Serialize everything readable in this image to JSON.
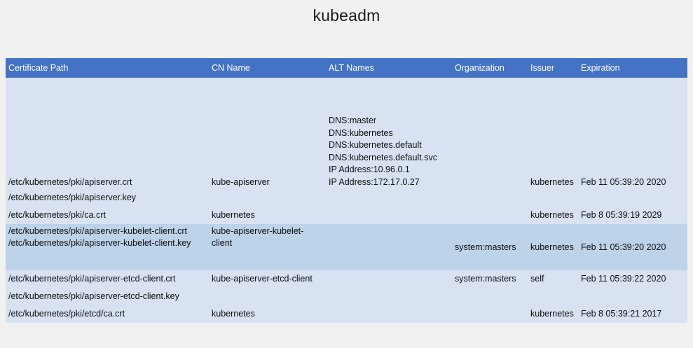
{
  "page": {
    "title": "kubeadm",
    "background_color": "#f1f1f1"
  },
  "table": {
    "header_color": "#4472c4",
    "row_color": "#d9e2f3",
    "banded_row_color": "#bdd3ea",
    "columns": [
      "Certificate Path",
      "CN Name",
      "ALT Names",
      "Organization",
      "Issuer",
      "Expiration"
    ],
    "rows": [
      {
        "path": "/etc/kubernetes/pki/apiserver.crt",
        "cn": "kube-apiserver",
        "alt": "DNS:master\nDNS:kubernetes\nDNS:kubernetes.default\nDNS:kubernetes.default.svc\nIP Address:10.96.0.1\nIP Address:172.17.0.27",
        "org": "",
        "issuer": "kubernetes",
        "expiration": "Feb 11 05:39:20 2020"
      },
      {
        "path": "/etc/kubernetes/pki/apiserver.key",
        "cn": "",
        "alt": "",
        "org": "",
        "issuer": "",
        "expiration": ""
      },
      {
        "path": "/etc/kubernetes/pki/ca.crt",
        "cn": "kubernetes",
        "alt": "",
        "org": "",
        "issuer": "kubernetes",
        "expiration": "Feb  8 05:39:19 2029"
      },
      {
        "path": "/etc/kubernetes/pki/apiserver-kubelet-client.crt\n/etc/kubernetes/pki/apiserver-kubelet-client.key",
        "cn": "kube-apiserver-kubelet-client",
        "alt": "",
        "org": "system:masters",
        "issuer": "kubernetes",
        "expiration": "Feb 11 05:39:20 2020"
      },
      {
        "path": "/etc/kubernetes/pki/apiserver-etcd-client.crt",
        "cn": "kube-apiserver-etcd-client",
        "alt": "",
        "org": "system:masters",
        "issuer": "self",
        "expiration": "Feb 11 05:39:22 2020"
      },
      {
        "path": "/etc/kubernetes/pki/apiserver-etcd-client.key",
        "cn": "",
        "alt": "",
        "org": "",
        "issuer": "",
        "expiration": ""
      },
      {
        "path": "/etc/kubernetes/pki/etcd/ca.crt",
        "cn": "kubernetes",
        "alt": "",
        "org": "",
        "issuer": "kubernetes",
        "expiration": "Feb  8 05:39:21 2017"
      }
    ]
  }
}
